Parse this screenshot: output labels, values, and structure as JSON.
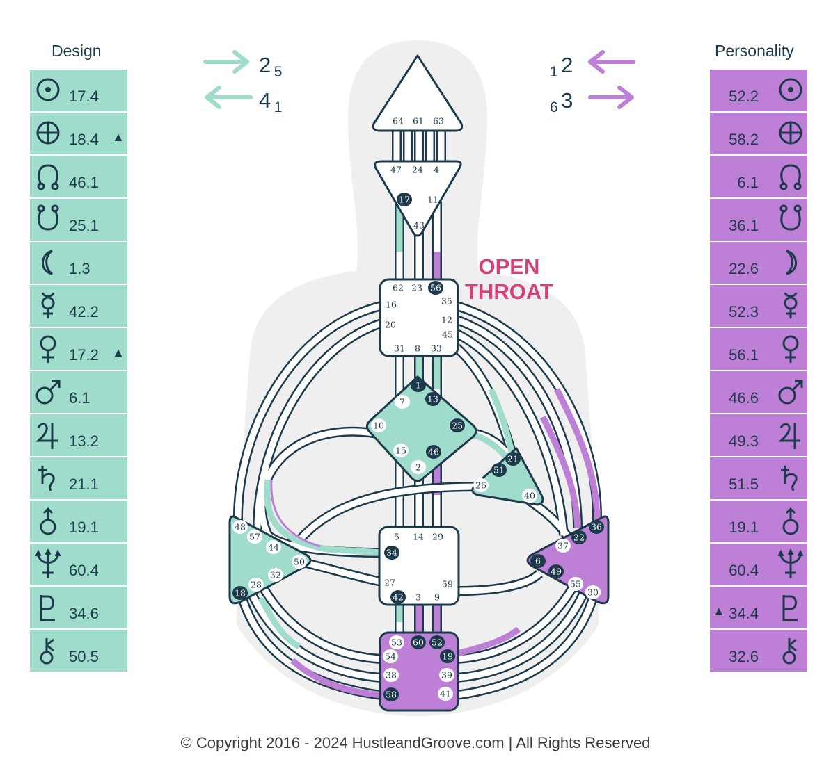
{
  "design": {
    "title": "Design",
    "rows": [
      {
        "planet": "sun-icon",
        "value": "17.4",
        "exalted": false
      },
      {
        "planet": "earth-icon",
        "value": "18.4",
        "exalted": true
      },
      {
        "planet": "north-node-icon",
        "value": "46.1",
        "exalted": false
      },
      {
        "planet": "south-node-icon",
        "value": "25.1",
        "exalted": false
      },
      {
        "planet": "moon-icon",
        "value": "1.3",
        "exalted": false
      },
      {
        "planet": "mercury-icon",
        "value": "42.2",
        "exalted": false
      },
      {
        "planet": "venus-icon",
        "value": "17.2",
        "exalted": true
      },
      {
        "planet": "mars-icon",
        "value": "6.1",
        "exalted": false
      },
      {
        "planet": "jupiter-icon",
        "value": "13.2",
        "exalted": false
      },
      {
        "planet": "saturn-icon",
        "value": "21.1",
        "exalted": false
      },
      {
        "planet": "uranus-icon",
        "value": "19.1",
        "exalted": false
      },
      {
        "planet": "neptune-icon",
        "value": "60.4",
        "exalted": false
      },
      {
        "planet": "pluto-icon",
        "value": "34.6",
        "exalted": false
      },
      {
        "planet": "chiron-icon",
        "value": "50.5",
        "exalted": false
      }
    ]
  },
  "personality": {
    "title": "Personality",
    "rows": [
      {
        "planet": "sun-icon",
        "value": "52.2",
        "exalted": false
      },
      {
        "planet": "earth-icon",
        "value": "58.2",
        "exalted": false
      },
      {
        "planet": "north-node-icon",
        "value": "6.1",
        "exalted": false
      },
      {
        "planet": "south-node-icon",
        "value": "36.1",
        "exalted": false
      },
      {
        "planet": "moon-icon",
        "value": "22.6",
        "exalted": false
      },
      {
        "planet": "mercury-icon",
        "value": "52.3",
        "exalted": false
      },
      {
        "planet": "venus-icon",
        "value": "56.1",
        "exalted": false
      },
      {
        "planet": "mars-icon",
        "value": "46.6",
        "exalted": false
      },
      {
        "planet": "jupiter-icon",
        "value": "49.3",
        "exalted": false
      },
      {
        "planet": "saturn-icon",
        "value": "51.5",
        "exalted": false
      },
      {
        "planet": "uranus-icon",
        "value": "19.1",
        "exalted": false
      },
      {
        "planet": "neptune-icon",
        "value": "60.4",
        "exalted": false
      },
      {
        "planet": "pluto-icon",
        "value": "34.4",
        "exalted": true
      },
      {
        "planet": "chiron-icon",
        "value": "32.6",
        "exalted": false
      }
    ]
  },
  "variables": {
    "design_top": {
      "big": "2",
      "small": "5",
      "arrow": "right"
    },
    "design_bottom": {
      "big": "4",
      "small": "1",
      "arrow": "left"
    },
    "personality_top": {
      "big": "2",
      "small": "1",
      "arrow": "left"
    },
    "personality_bottom": {
      "big": "3",
      "small": "6",
      "arrow": "right"
    }
  },
  "exalted_symbol": "▲",
  "open_center_label": "OPEN\nTHROAT",
  "colors": {
    "design": "#9fdccb",
    "personality": "#bd80d6",
    "ink": "#1d3a4c",
    "silhouette": "#efefef",
    "open_label": "#d63f78"
  },
  "centers": {
    "head": {
      "gates": [
        "64",
        "61",
        "63"
      ],
      "defined": false
    },
    "ajna": {
      "gates": [
        "47",
        "24",
        "4",
        "17",
        "11",
        "43"
      ],
      "defined": false
    },
    "throat": {
      "gates": [
        "62",
        "23",
        "56",
        "16",
        "35",
        "20",
        "12",
        "45",
        "31",
        "8",
        "33"
      ],
      "defined": false
    },
    "g": {
      "gates": [
        "1",
        "7",
        "13",
        "10",
        "25",
        "15",
        "46",
        "2"
      ],
      "defined": true,
      "color": "design"
    },
    "ego": {
      "gates": [
        "21",
        "51",
        "26",
        "40"
      ],
      "defined": true,
      "color": "design"
    },
    "spleen": {
      "gates": [
        "48",
        "57",
        "44",
        "50",
        "32",
        "28",
        "18"
      ],
      "defined": true,
      "color": "design"
    },
    "sacral": {
      "gates": [
        "5",
        "14",
        "29",
        "34",
        "27",
        "59",
        "42",
        "3",
        "9"
      ],
      "defined": false
    },
    "solar_plexus": {
      "gates": [
        "36",
        "22",
        "37",
        "6",
        "49",
        "55",
        "30"
      ],
      "defined": true,
      "color": "personality"
    },
    "root": {
      "gates": [
        "53",
        "60",
        "52",
        "54",
        "19",
        "38",
        "39",
        "58",
        "41"
      ],
      "defined": true,
      "color": "personality"
    }
  },
  "active_gates": [
    "17",
    "56",
    "1",
    "13",
    "25",
    "46",
    "21",
    "51",
    "34",
    "42",
    "36",
    "22",
    "6",
    "49",
    "60",
    "52",
    "19",
    "58",
    "18"
  ],
  "footer": "© Copyright 2016 - 2024 HustleandGroove.com | All Rights Reserved"
}
